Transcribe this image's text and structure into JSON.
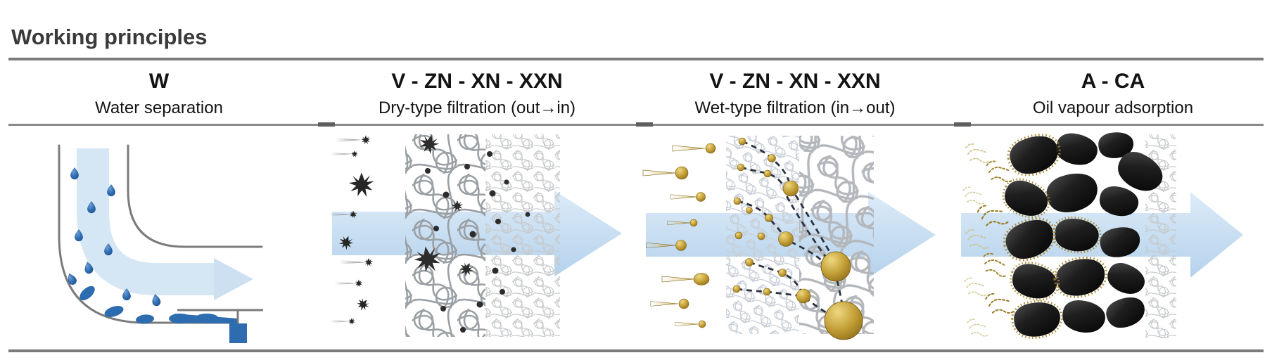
{
  "page": {
    "title": "Working principles"
  },
  "columns": [
    {
      "code": "W",
      "description": "Water separation",
      "illustration": "elbow-pipe-water-droplets-drain-flow-arrow"
    },
    {
      "code": "V - ZN - XN - XXN",
      "description": "Dry-type filtration (out→in)",
      "illustration": "dust-particles-trapped-in-fibre-mesh-flow-arrow"
    },
    {
      "code": "V - ZN - XN - XXN",
      "description": "Wet-type filtration (in→out)",
      "illustration": "oil-droplets-coalescing-in-fibre-mesh-flow-arrow"
    },
    {
      "code": "A - CA",
      "description": "Oil vapour adsorption",
      "illustration": "activated-carbon-pellets-adsorbing-oil-vapour-flow-arrow"
    }
  ],
  "colors": {
    "title_gray": "#3a3a3a",
    "rule_gray": "#7c7c7c",
    "flow_arrow_blue": "#cde0f2",
    "water_blue": "#2e6cb0",
    "oil_gold": "#c29d35",
    "carbon_black": "#1c1c1c",
    "mesh_gray_coarse": "#9aa0a4",
    "mesh_gray_fine": "#c6c9cb"
  }
}
